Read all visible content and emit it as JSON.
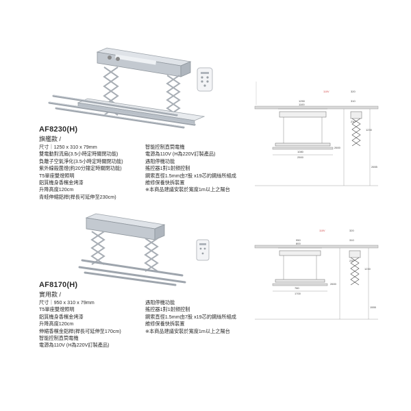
{
  "products": [
    {
      "model": "AF8230(H)",
      "subtitle": "旗艦款 /",
      "specs_left": [
        "尺寸｜1250 x 310 x 79mm",
        "雙電動對流扇(3.5小時定時關閉功能)",
        "負離子空氣淨化(3.5小時定時關閉功能)",
        "紫外線殺菌燈(約20分鐘定時關閉功能)",
        "T5單座雙燈照明",
        "鋁質機身香檳金烤漆",
        "升降高度120cm",
        "青蛙伸縮鋁桿(桿長可延伸至230cm)"
      ],
      "specs_right": [
        "智能控制直筒電機",
        "電源為110V (H為220V訂製產品)",
        "遇阻停機功能",
        "搖控器1對1射頻控制",
        "鋼索直徑1.5mm由7股 x19芯的鋼絲所組成",
        "維修保養快拆裝置",
        "※本商品建議安裝於寬度1m以上之陽台"
      ],
      "drawing": {
        "dims": [
          "1250",
          "1100",
          "1080",
          "2500",
          "2600",
          "310",
          "230",
          "1230",
          "2655",
          "320",
          "110V"
        ]
      }
    },
    {
      "model": "AF8170(H)",
      "subtitle": "實用款 /",
      "specs_left": [
        "尺寸｜950 x 310 x 79mm",
        "T5單座雙燈照明",
        "鋁質機身香檳金烤漆",
        "升降高度120cm",
        "伸縮香檳金鋁桿(桿長可延伸至170cm)",
        "智能控制直筒電機",
        "電源為110V (H為220V訂製產品)"
      ],
      "specs_right": [
        "遇阻停機功能",
        "搖控器1對1射頻控制",
        "鋼索直徑1.5mm由7股 x19芯的鋼絲所組成",
        "維修保養快拆裝置",
        "※本商品建議安裝於寬度1m以上之陽台"
      ],
      "drawing": {
        "dims": [
          "950",
          "800",
          "780",
          "1700",
          "2600",
          "310",
          "230",
          "1230",
          "1555",
          "320",
          "110V"
        ]
      }
    }
  ],
  "colors": {
    "text": "#2a2a2a",
    "line": "#888888",
    "accent_dim": "#d04040",
    "product_body": "#c9ced6"
  }
}
